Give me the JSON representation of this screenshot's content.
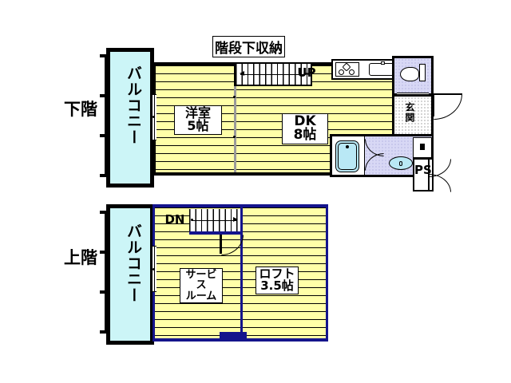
{
  "document": {
    "type": "floor-plan",
    "title": "階段下収納"
  },
  "side_labels": {
    "lower": "下階",
    "upper": "上階"
  },
  "lower_floor": {
    "name": "下階",
    "balcony": "バルコニー",
    "rooms": [
      {
        "name": "洋室",
        "size": "5帖",
        "label": "洋室\n5帖"
      },
      {
        "name": "DK",
        "size": "8帖",
        "label": "DK\n8帖"
      }
    ],
    "stair_label": "UP",
    "storage_label": "階段下収納",
    "entrance_label": "玄関",
    "ps_label": "PS",
    "fixtures": [
      "stove-icon",
      "kitchen-sink-icon",
      "toilet-icon",
      "bathtub-icon",
      "washbasin-icon",
      "washing-machine-space-icon"
    ]
  },
  "upper_floor": {
    "name": "上階",
    "balcony": "バルコニー",
    "stair_label": "DN",
    "rooms": [
      {
        "name": "サービスルーム",
        "size": "",
        "label": "サービス\nルーム"
      },
      {
        "name": "ロフト",
        "size": "3.5帖",
        "label": "ロフト\n3.5帖"
      }
    ]
  },
  "colors": {
    "floor": "#ffffa8",
    "balcony": "#ccf5f7",
    "wet_area": "#d8d8f5",
    "water_fixture": "#b9e8f5",
    "wall": "#000000",
    "accent_wall": "#14148c",
    "background": "#ffffff"
  }
}
